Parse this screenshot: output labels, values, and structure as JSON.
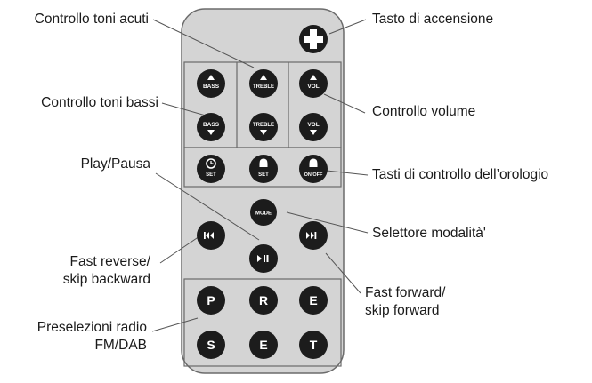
{
  "labels": {
    "treble_control": "Controllo toni acuti",
    "bass_control": "Controllo toni bassi",
    "play_pause": "Play/Pausa",
    "fast_reverse": [
      "Fast reverse/",
      "skip backward"
    ],
    "presets": [
      "Preselezioni radio",
      "FM/DAB"
    ],
    "power_key": "Tasto di accensione",
    "volume_control": "Controllo volume",
    "clock_keys": "Tasti di controllo dell’orologio",
    "mode_selector": "Selettore modalità'",
    "fast_forward": [
      "Fast forward/",
      "skip forward"
    ]
  },
  "buttons": {
    "bass": "BASS",
    "treble": "TREBLE",
    "vol": "VOL",
    "set": "SET",
    "on_off": "ON/OFF",
    "mode": "MODE",
    "preset_keys": [
      "P",
      "R",
      "E",
      "S",
      "E",
      "T"
    ]
  },
  "colors": {
    "remote_body": "#d4d4d4",
    "remote_outline": "#6b6b6b",
    "button_fill": "#1c1c1c",
    "button_text": "#ffffff",
    "leader_line": "#555555",
    "label_text": "#1a1a1a"
  }
}
